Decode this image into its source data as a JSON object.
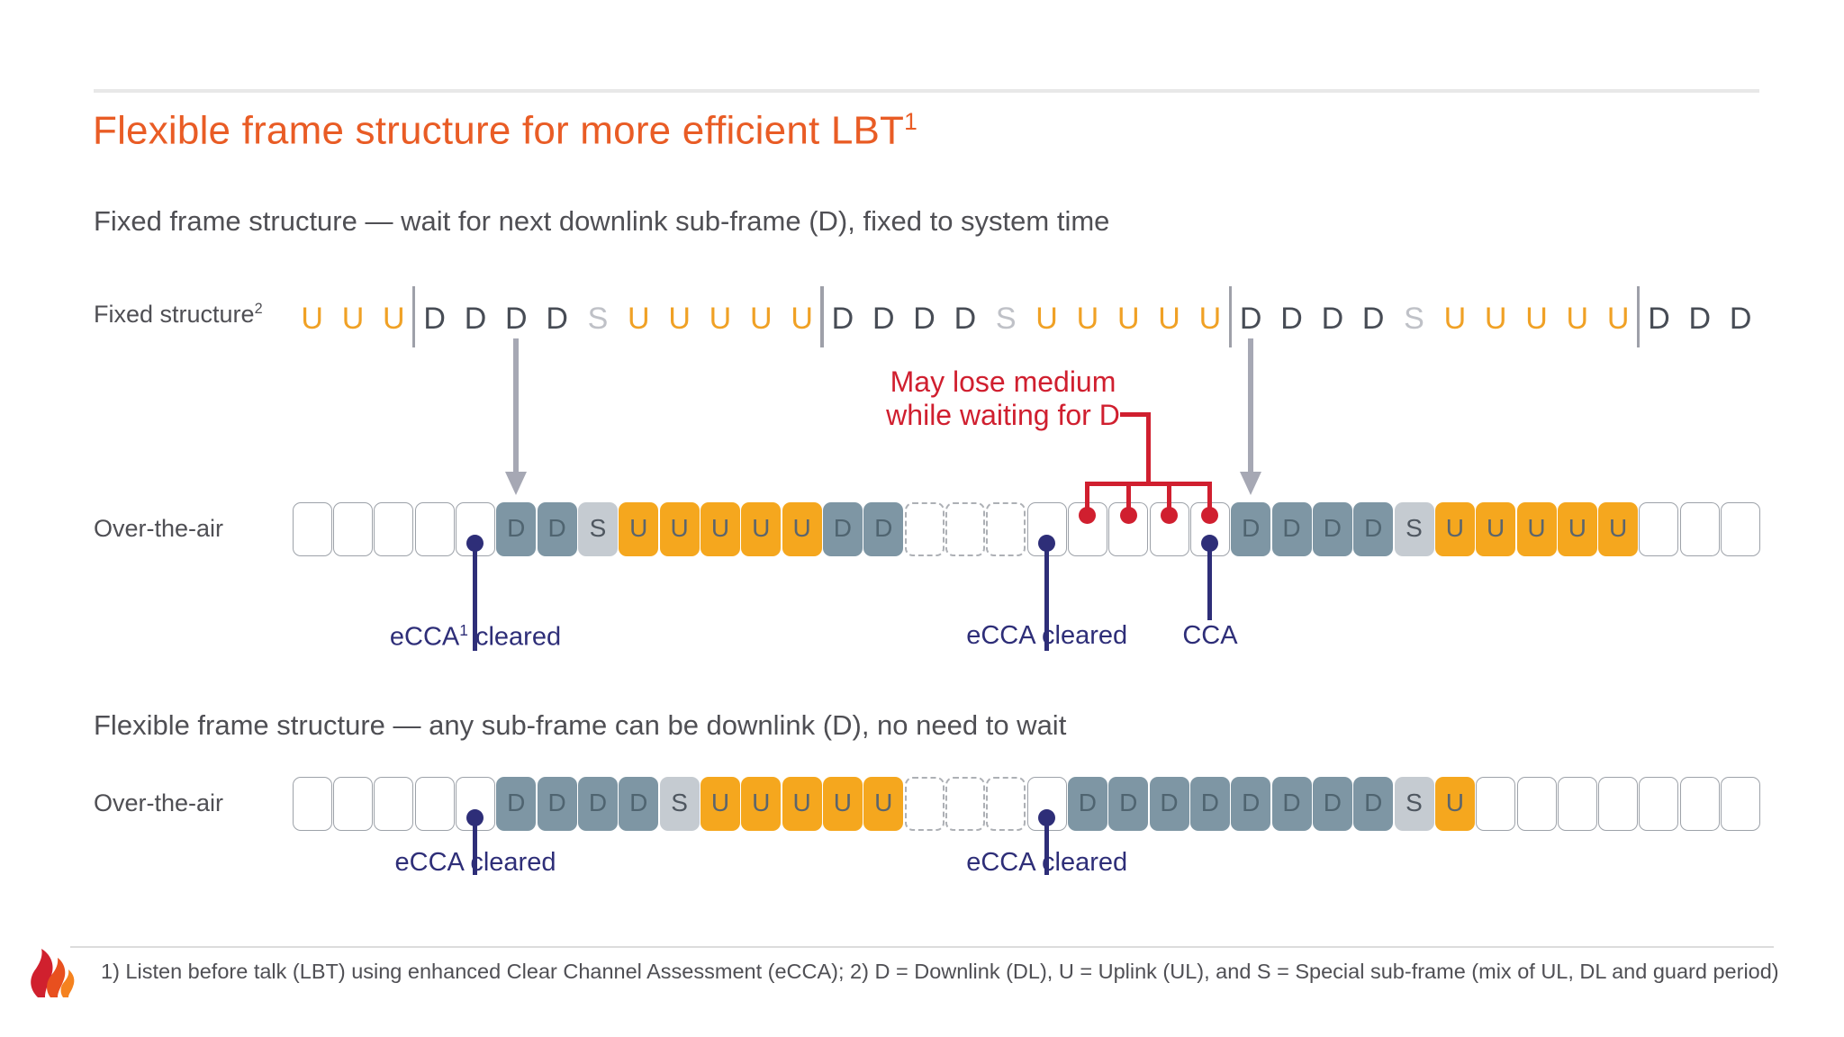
{
  "slide": {
    "title": {
      "text": "Flexible frame structure for more efficient LBT",
      "sup": "1"
    },
    "section1_heading": "Fixed frame structure — wait for next downlink sub-frame (D), fixed to system time",
    "section2_heading": "Flexible frame structure — any sub-frame can be downlink (D), no need to wait",
    "footnote": "1) Listen before talk (LBT) using enhanced Clear Channel Assessment (eCCA); 2) D = Downlink (DL), U = Uplink (UL), and S = Special sub-frame (mix of UL, DL and guard period)"
  },
  "fixed_structure": {
    "label": {
      "text": "Fixed structure",
      "sup": "2"
    },
    "letters": [
      "U",
      "U",
      "U",
      "D",
      "D",
      "D",
      "D",
      "S",
      "U",
      "U",
      "U",
      "U",
      "U",
      "D",
      "D",
      "D",
      "D",
      "S",
      "U",
      "U",
      "U",
      "U",
      "U",
      "D",
      "D",
      "D",
      "D",
      "S",
      "U",
      "U",
      "U",
      "U",
      "U",
      "D",
      "D",
      "D"
    ],
    "divider_after_indices": [
      2,
      12,
      22,
      32
    ],
    "arrow_box_indices": [
      5,
      23
    ]
  },
  "over_the_air_1": {
    "label": "Over-the-air",
    "cells": [
      "E",
      "E",
      "E",
      "E",
      "E",
      "D",
      "D",
      "S",
      "U",
      "U",
      "U",
      "U",
      "U",
      "D",
      "D",
      "X",
      "X",
      "X",
      "E",
      "E",
      "E",
      "E",
      "E",
      "D",
      "D",
      "D",
      "D",
      "S",
      "U",
      "U",
      "U",
      "U",
      "U",
      "E",
      "E",
      "E"
    ],
    "navy_markers": [
      {
        "box_index": 4,
        "pre": "eCCA",
        "sup": "1",
        "post": " cleared"
      },
      {
        "box_index": 18,
        "pre": "eCCA",
        "sup": "",
        "post": " cleared"
      },
      {
        "box_index": 22,
        "pre": "CCA",
        "sup": "",
        "post": ""
      }
    ],
    "red_markers": {
      "box_indices": [
        19,
        20,
        21,
        22
      ],
      "note_line1": "May lose medium",
      "note_line2": "while waiting for D"
    }
  },
  "over_the_air_2": {
    "label": "Over-the-air",
    "cells": [
      "E",
      "E",
      "E",
      "E",
      "E",
      "D",
      "D",
      "D",
      "D",
      "S",
      "U",
      "U",
      "U",
      "U",
      "U",
      "X",
      "X",
      "X",
      "E",
      "D",
      "D",
      "D",
      "D",
      "D",
      "D",
      "D",
      "D",
      "S",
      "U",
      "E",
      "E",
      "E",
      "E",
      "E",
      "E",
      "E"
    ],
    "navy_markers": [
      {
        "box_index": 4,
        "pre": "eCCA",
        "sup": "",
        "post": " cleared"
      },
      {
        "box_index": 18,
        "pre": "eCCA",
        "sup": "",
        "post": " cleared"
      }
    ]
  },
  "colors": {
    "title_orange": "#E95C25",
    "heading_gray": "#4F4F54",
    "uplink_box": "#F5A71E",
    "downlink_box": "#7E96A4",
    "special_box": "#C5CBD1",
    "letter_u": "#F0A125",
    "letter_d": "#474C55",
    "letter_s": "#BFC1C7",
    "navy": "#2E2E78",
    "red": "#D01F2F",
    "arrow_gray": "#A6A8B4",
    "logo_red": "#D0202E",
    "logo_orange": "#F5821F"
  }
}
